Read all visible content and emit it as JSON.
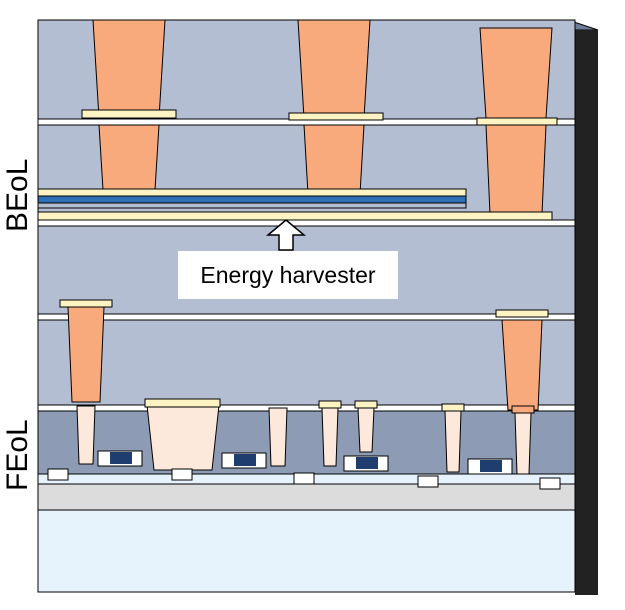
{
  "labels": {
    "beol": "BEoL",
    "feol": "FEoL",
    "energy_harvester": "Energy harvester"
  },
  "colors": {
    "dielectric": "#b4bed2",
    "dielectric_dark": "#8d9cb4",
    "via_copper": "#f9aa7c",
    "via_light": "#fde8dc",
    "liner": "#fdf3c3",
    "harvester_blue": "#2d6eb4",
    "substrate_gray": "#dcdcdc",
    "substrate_light": "#e6f2fc",
    "device_navy": "#1f3d6e",
    "side_face": "#222222"
  }
}
